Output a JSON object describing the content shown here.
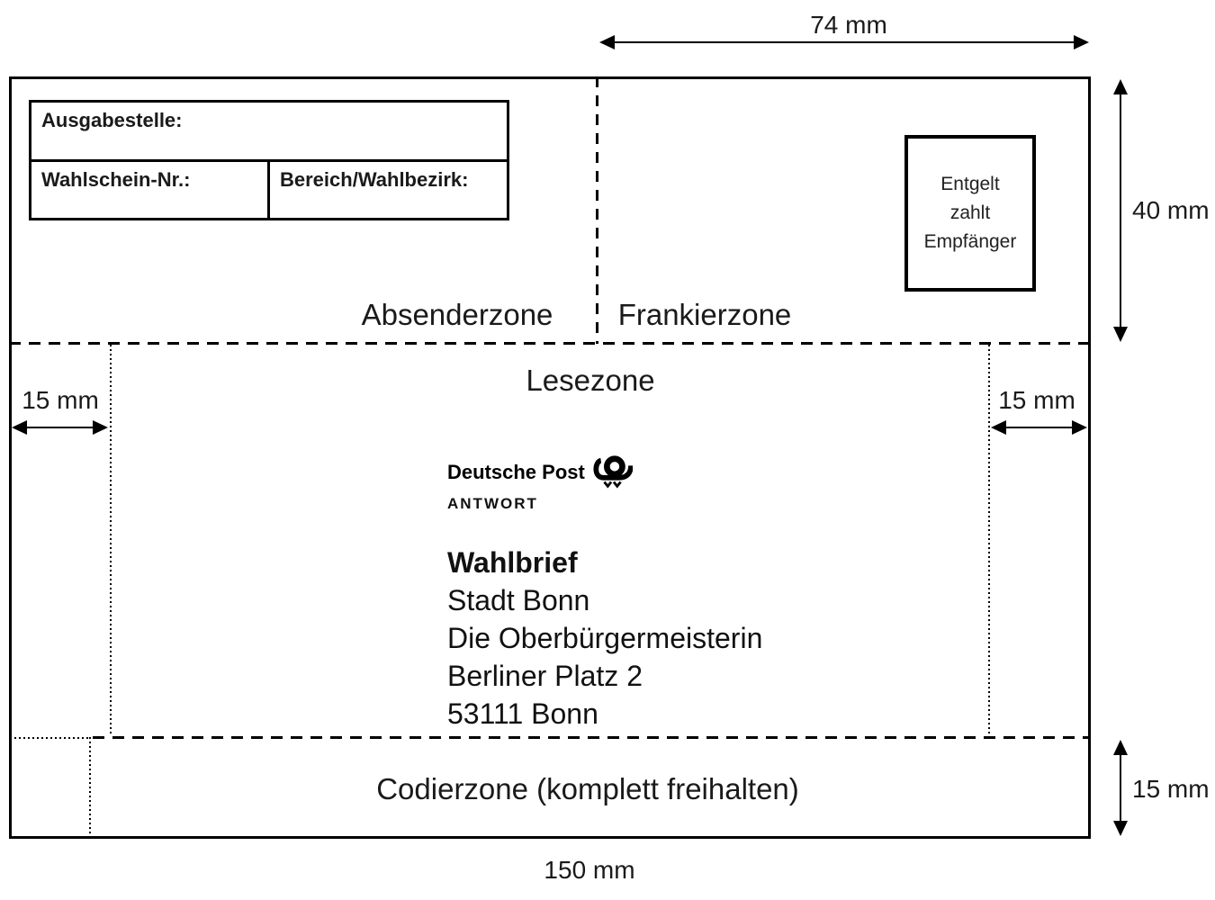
{
  "dimensions": {
    "frankier_width": "74 mm",
    "frankier_height": "40 mm",
    "lese_margin_left": "15 mm",
    "lese_margin_right": "15 mm",
    "codier_height": "15 mm",
    "envelope_width": "150 mm"
  },
  "sender_fields": {
    "ausgabestelle": "Ausgabestelle:",
    "wahlschein_nr": "Wahlschein-Nr.:",
    "bereich_wahlbezirk": "Bereich/Wahlbezirk:"
  },
  "postage_note": {
    "line1": "Entgelt",
    "line2": "zahlt",
    "line3": "Empfänger"
  },
  "zones": {
    "absender": "Absenderzone",
    "frankier": "Frankierzone",
    "lese": "Lesezone",
    "codier": "Codierzone (komplett freihalten)"
  },
  "logo": {
    "brand": "Deutsche Post",
    "product": "ANTWORT",
    "icon": "posthorn-icon"
  },
  "address": {
    "title": "Wahlbrief",
    "lines": [
      "Stadt Bonn",
      "Die Oberbürgermeisterin",
      "Berliner Platz 2",
      "53111 Bonn"
    ]
  },
  "colors": {
    "line": "#000000",
    "text": "#1a1a1a"
  }
}
